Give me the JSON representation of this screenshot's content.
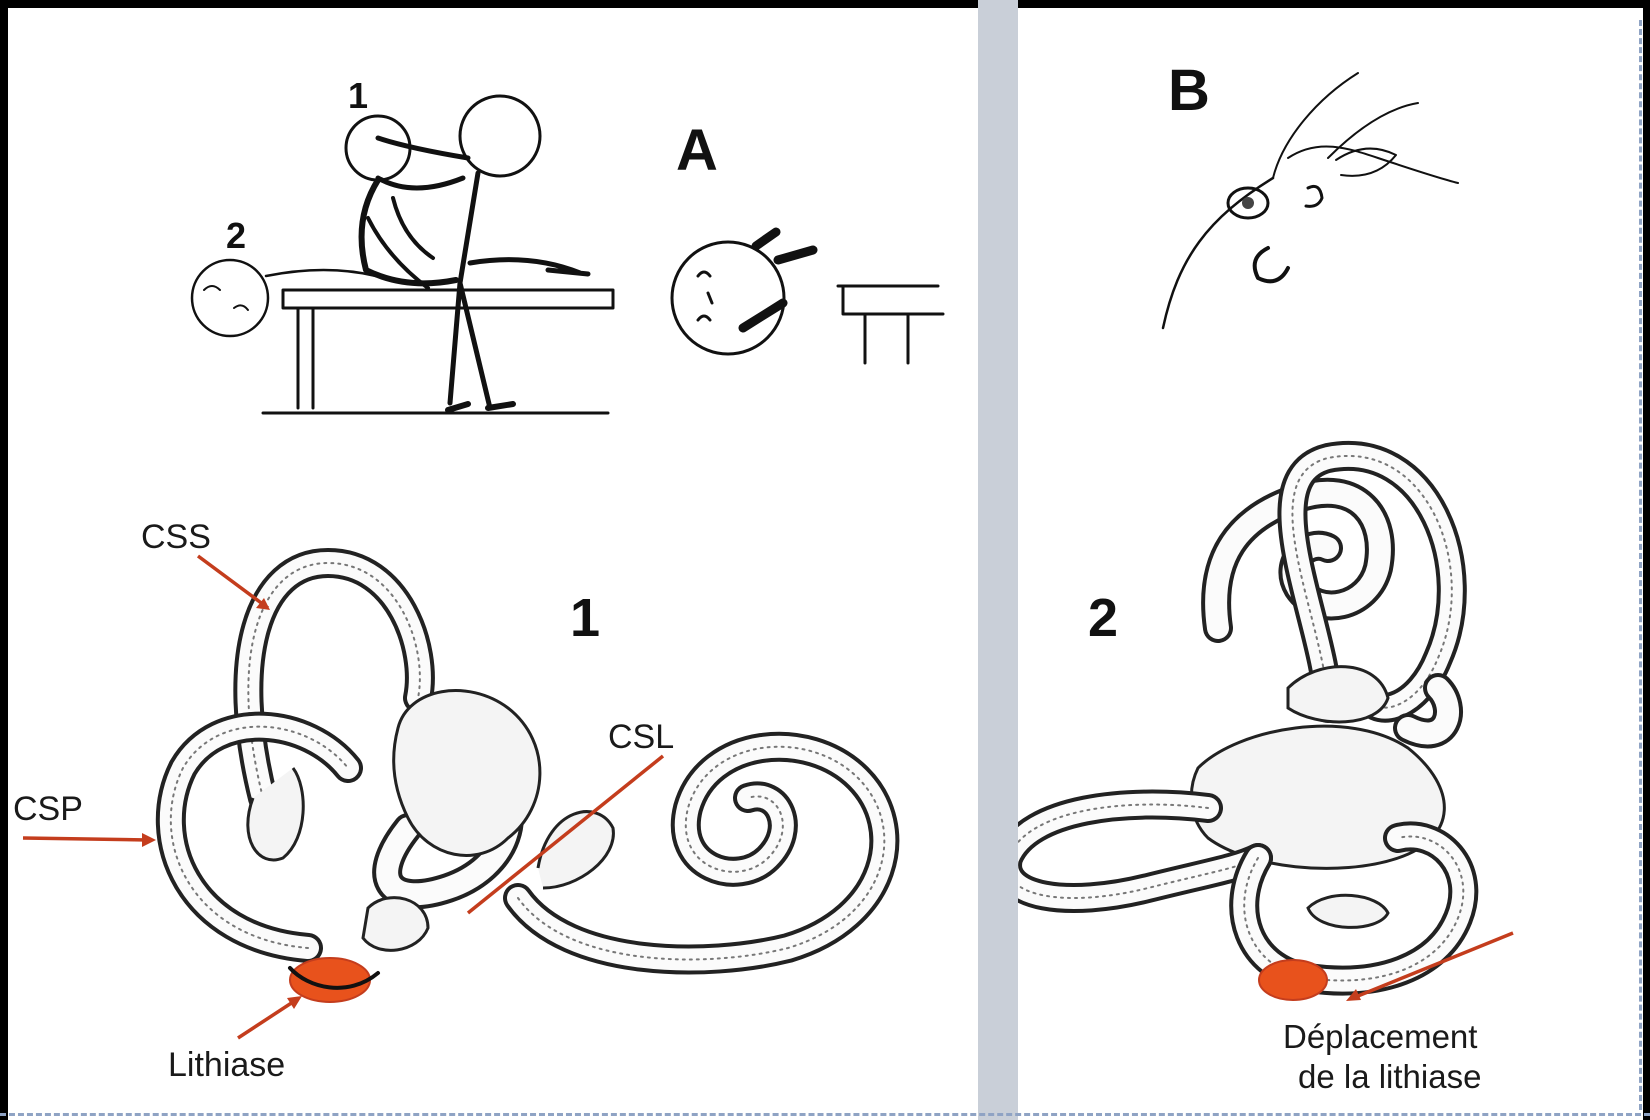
{
  "colors": {
    "lithiasis": "#e8521c",
    "arrow": "#c43d1d",
    "divider": "#c9cfd8",
    "ink": "#111111"
  },
  "panel_a": {
    "label": "A",
    "step_1": "1",
    "step_2": "2",
    "diagram_number": "1",
    "labels": {
      "css": "CSS",
      "csp": "CSP",
      "csl": "CSL",
      "lithiasis": "Lithiase"
    }
  },
  "panel_b": {
    "label": "B",
    "diagram_number": "2",
    "caption_line_1": "Déplacement",
    "caption_line_2": "de la lithiase"
  }
}
